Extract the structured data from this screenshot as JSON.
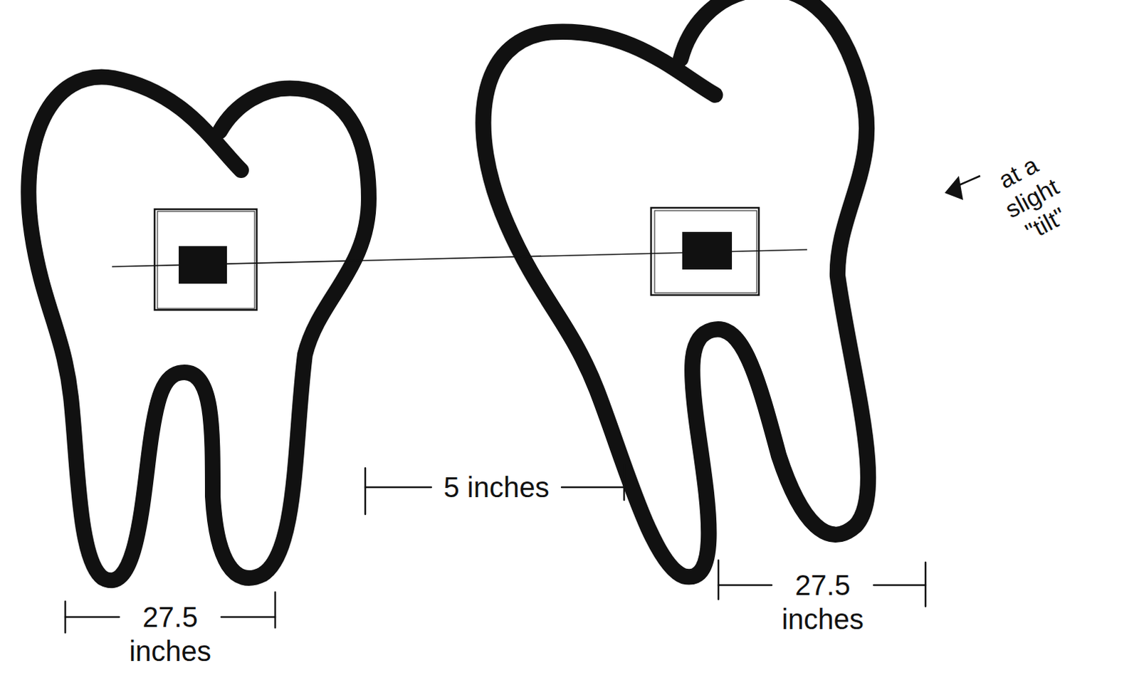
{
  "diagram": {
    "labels": [
      "27.5 inches",
      "5 inches",
      "27.5 inches",
      "at a slight \"tilt\""
    ]
  }
}
